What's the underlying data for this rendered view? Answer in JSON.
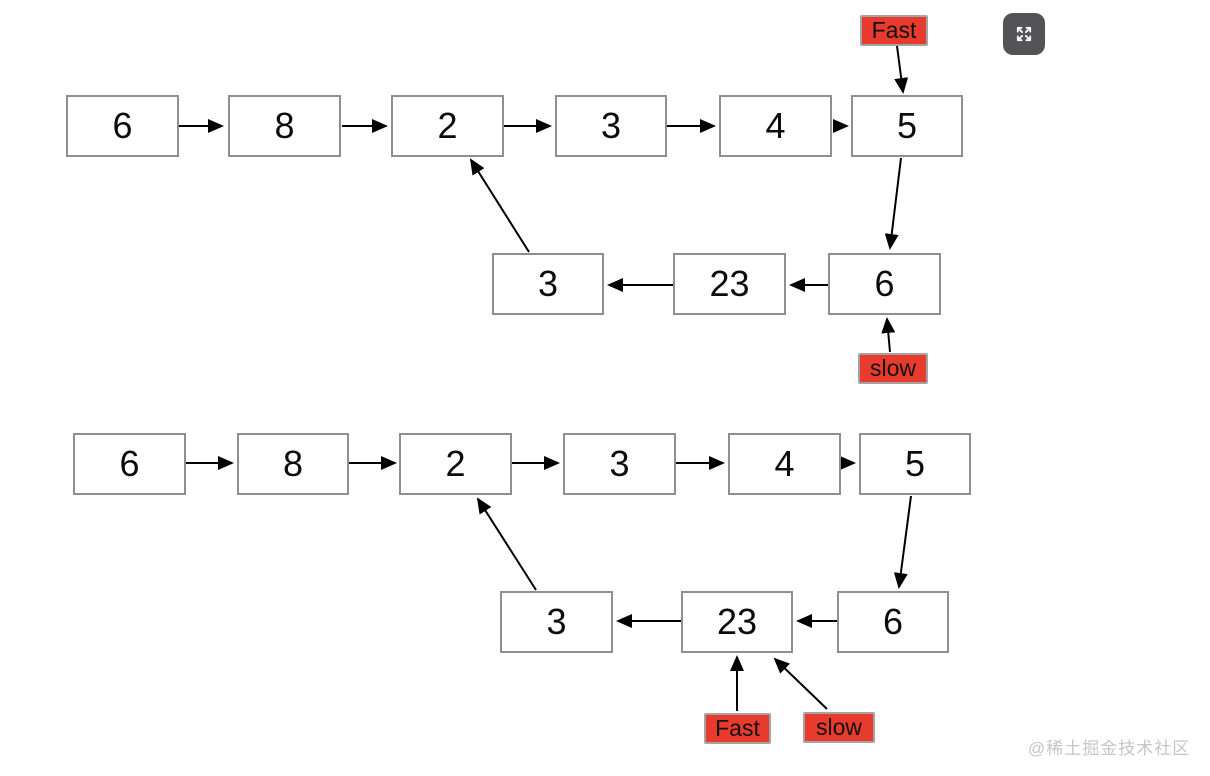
{
  "watermark": "@稀土掘金技术社区",
  "colors": {
    "node_border": "#8f8f8f",
    "node_bg": "#ffffff",
    "pointer_bg": "#e83b2e",
    "pointer_border": "#a3a3a3",
    "arrow": "#000000",
    "expand_button_bg": "#545456",
    "watermark": "#c6c6c6"
  },
  "diagram_top": {
    "row1": [
      "6",
      "8",
      "2",
      "3",
      "4",
      "5"
    ],
    "row2": [
      "3",
      "23",
      "6"
    ],
    "fast_label": "Fast",
    "slow_label": "slow",
    "fast_points_to": "5",
    "slow_points_to": "6",
    "edges": [
      "6→8",
      "8→2",
      "2→3",
      "3→4",
      "4→5",
      "5→6(lower)",
      "6(lower)→23",
      "23→3(lower)",
      "3(lower)→2",
      "Fast→5",
      "slow→6(lower)"
    ]
  },
  "diagram_bottom": {
    "row1": [
      "6",
      "8",
      "2",
      "3",
      "4",
      "5"
    ],
    "row2": [
      "3",
      "23",
      "6"
    ],
    "fast_label": "Fast",
    "slow_label": "slow",
    "fast_points_to": "23",
    "slow_points_to": "23",
    "edges": [
      "6→8",
      "8→2",
      "2→3",
      "3→4",
      "4→5",
      "5→6(lower)",
      "6(lower)→23",
      "23→3(lower)",
      "3(lower)→2",
      "Fast→23",
      "slow→23"
    ]
  }
}
